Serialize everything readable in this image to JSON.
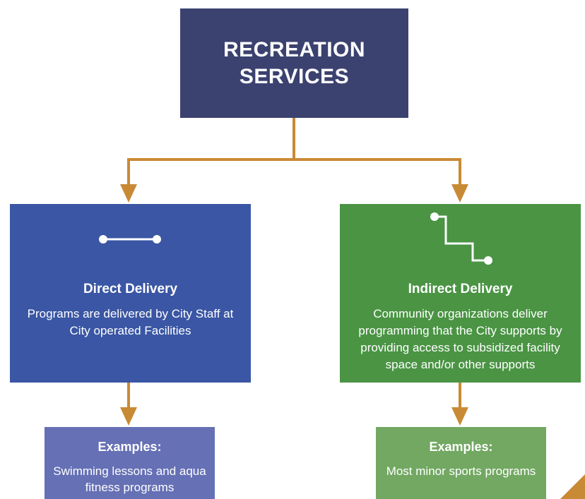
{
  "top": {
    "title": "RECREATION\nSERVICES"
  },
  "direct": {
    "icon": "straight-connection-icon",
    "title": "Direct Delivery",
    "description": "Programs are delivered by City Staff at City operated Facilities",
    "examples_title": "Examples:",
    "examples_text": "Swimming lessons and aqua fitness programs"
  },
  "indirect": {
    "icon": "stepped-connection-icon",
    "title": "Indirect Delivery",
    "description": "Community organizations deliver programming that the City supports by providing access to subsidized facility space and/or other supports",
    "examples_title": "Examples:",
    "examples_text": "Most minor sports programs"
  },
  "colors": {
    "top": "#3b4270",
    "direct": "#3a56a4",
    "indirect": "#4a9444",
    "direct_examples": "#6570b5",
    "indirect_examples": "#72a862",
    "connector": "#c98a35"
  }
}
